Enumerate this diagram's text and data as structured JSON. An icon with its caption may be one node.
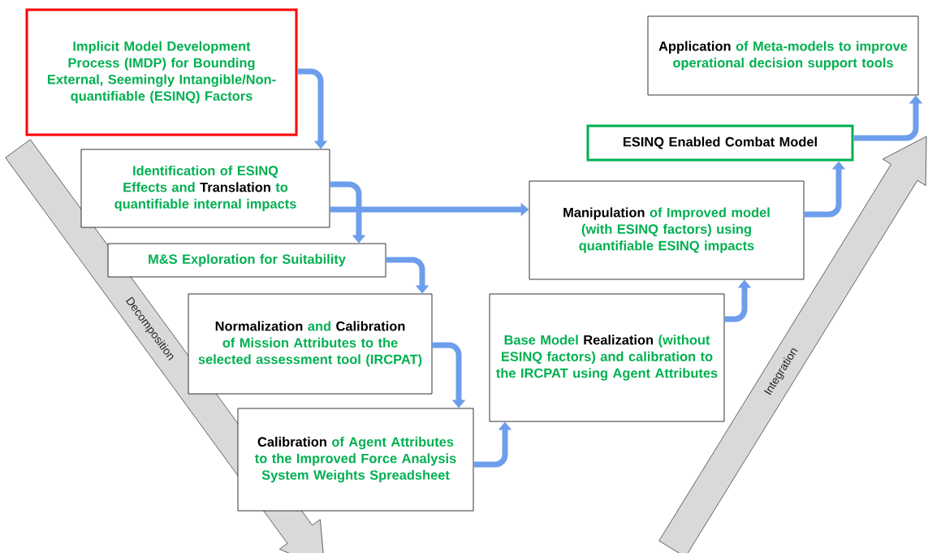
{
  "diagram": {
    "nodes": [
      {
        "text": [
          "Implicit Model Development Process (IMDP) for Bounding External, Seemingly Intangible/Non-quantifiable (ESINQ) Factors"
        ]
      },
      {
        "text": [
          "**Application** of Meta-models to improve operational decision support tools"
        ]
      },
      {
        "text": [
          "Identification of ESINQ Effects and **Translation** to quantifiable internal impacts"
        ]
      },
      {
        "text": [
          "ESINQ Enabled Combat Model"
        ]
      },
      {
        "text": [
          "**Manipulation** of Improved model (with ESINQ factors) using quantifiable ESINQ impacts"
        ]
      },
      {
        "text": [
          "M&S Exploration for Suitability"
        ]
      },
      {
        "text": [
          "**Normalization** and **Calibration** of Mission Attributes to the selected assessment tool (IRCPAT)"
        ]
      },
      {
        "text": [
          "Base Model **Realization** (without ESINQ factors) and calibration to the IRCPAT using Agent Attributes"
        ]
      },
      {
        "text": [
          "**Calibration** of Agent Attributes to the Improved Force Analysis System Weights Spreadsheet"
        ]
      }
    ],
    "edges": [
      {
        "from": 0,
        "to": 2,
        "arrow": "to"
      },
      {
        "from": 2,
        "to": 5,
        "arrow": "to"
      },
      {
        "from": 2,
        "to": 4,
        "arrow": "to"
      },
      {
        "from": 5,
        "to": 6,
        "arrow": "to"
      },
      {
        "from": 6,
        "to": 8,
        "arrow": "to"
      },
      {
        "from": 8,
        "to": 7,
        "arrow": "to"
      },
      {
        "from": 7,
        "to": 4,
        "arrow": "to"
      },
      {
        "from": 4,
        "to": 3,
        "arrow": "to"
      },
      {
        "from": 3,
        "to": 1,
        "arrow": "to"
      }
    ],
    "labels": [
      "Decomposition",
      "Integration"
    ]
  }
}
